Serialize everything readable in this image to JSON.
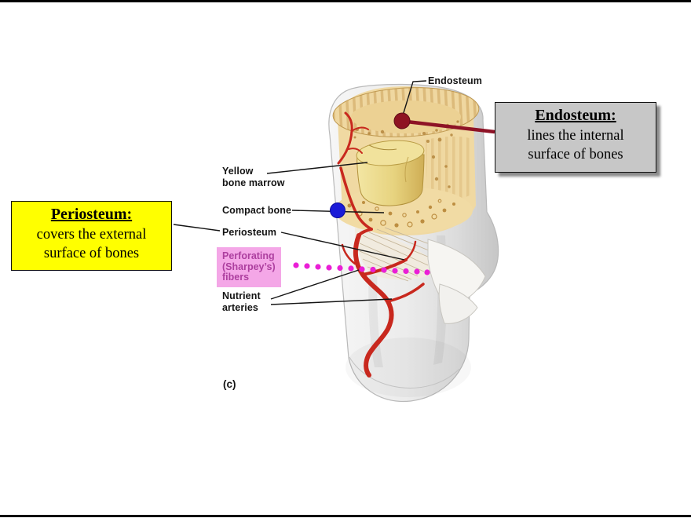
{
  "slide": {
    "figure_caption": "(c)"
  },
  "callouts": {
    "endosteum": {
      "title": "Endosteum:",
      "body": "lines the internal\nsurface of bones"
    },
    "periosteum": {
      "title": "Periosteum:",
      "body": "covers the external\nsurface of bones"
    }
  },
  "diagram_labels": {
    "endosteum": "Endosteum",
    "yellow_bone_marrow": "Yellow\nbone marrow",
    "compact_bone": "Compact bone",
    "periosteum": "Periosteum",
    "perforating_fibers": "Perforating\n(Sharpey’s)\nfibers",
    "nutrient_arteries": "Nutrient\narteries"
  },
  "colors": {
    "periosteum_box_bg": "#ffff00",
    "endosteum_box_bg": "#c7c7c7",
    "fibers_highlight_bg": "#f4a7e7",
    "fibers_text": "#ad3f9f",
    "dotted_leader": "#ea1fd6",
    "endosteum_marker_dot": "#8e1322",
    "compact_bone_marker_dot": "#1b1bd8",
    "endosteum_connector": "#8e1326",
    "artery_red": "#c8281e"
  }
}
